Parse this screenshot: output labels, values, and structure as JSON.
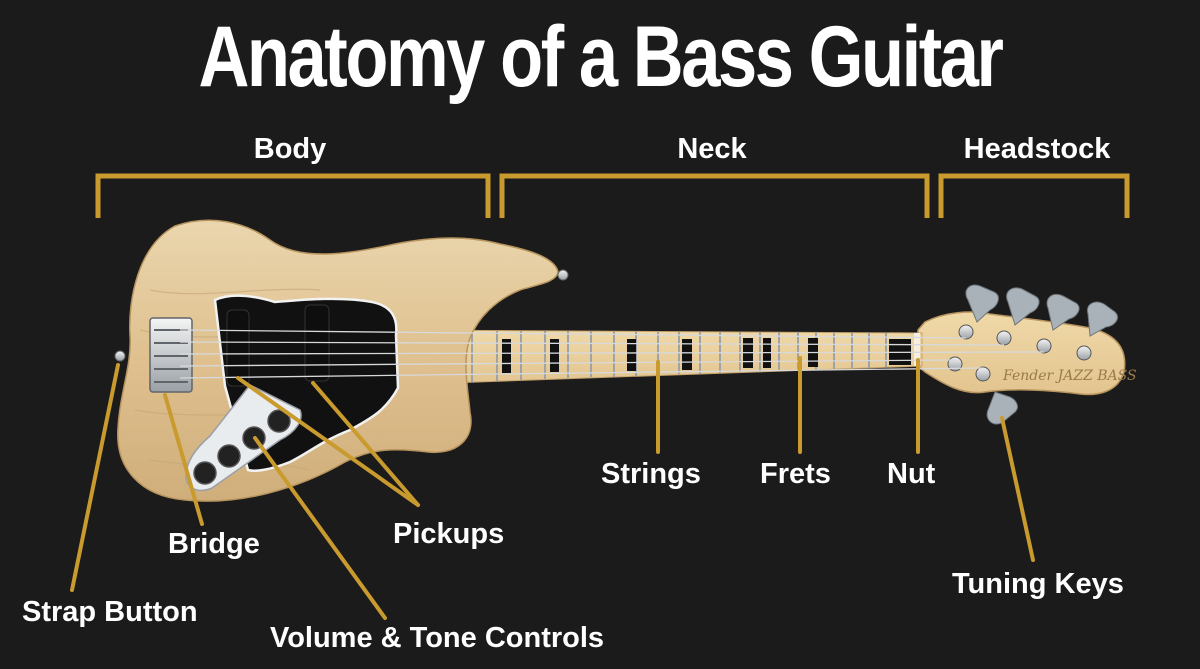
{
  "title": "Anatomy of a Bass Guitar",
  "sections": {
    "body": "Body",
    "neck": "Neck",
    "headstock": "Headstock"
  },
  "parts": {
    "strap_button": "Strap Button",
    "bridge": "Bridge",
    "volume_tone": "Volume & Tone Controls",
    "pickups": "Pickups",
    "strings": "Strings",
    "frets": "Frets",
    "nut": "Nut",
    "tuning_keys": "Tuning Keys"
  },
  "headstock_logo": "Fender JAZZ BASS",
  "colors": {
    "background": "#1c1b1b",
    "accent": "#c99a2e",
    "wood": "#e3c99d",
    "pickguard": "#111111",
    "text": "#ffffff"
  }
}
